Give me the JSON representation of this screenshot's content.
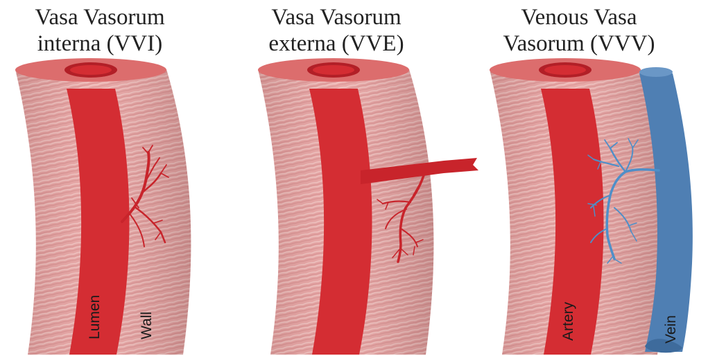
{
  "panels": [
    {
      "title_line1": "Vasa Vasorum",
      "title_line2": "interna (VVI)",
      "labels": [
        "Lumen",
        "Wall"
      ]
    },
    {
      "title_line1": "Vasa Vasorum",
      "title_line2": "externa (VVE)",
      "labels": []
    },
    {
      "title_line1": "Venous Vasa",
      "title_line2": "Vasorum (VVV)",
      "labels": [
        "Artery",
        "Vein"
      ]
    }
  ],
  "colors": {
    "wall": "#e7a1a1",
    "wall_top": "#db6a6a",
    "lumen": "#d42d33",
    "vessel_branch": "#c8242b",
    "vein": "#4f7fb3",
    "vein_branch": "#4f8fc8"
  }
}
